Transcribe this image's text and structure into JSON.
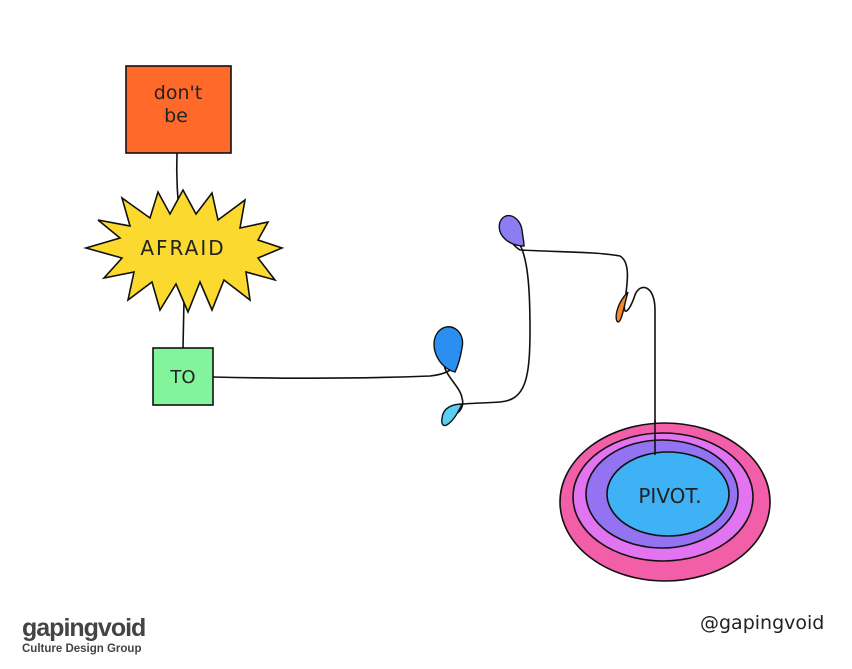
{
  "cartoon": {
    "box1_lines": [
      "don't",
      "be"
    ],
    "burst_text": "AFRAID",
    "box2_text": "TO",
    "target_text": "PIVOT."
  },
  "colors": {
    "orange_box": "#ff6a2b",
    "yellow_burst": "#fcd92f",
    "green_box": "#82f59c",
    "blue_drop": "#2b8ff2",
    "light_blue_drop": "#5ccdf2",
    "purple_drop": "#8c7df2",
    "orange_drop": "#f58a2a",
    "ring_outer": "#f25fa8",
    "ring_2": "#e274f2",
    "ring_3": "#9373f2",
    "ring_inner": "#3fb2f5"
  },
  "footer": {
    "logo_name": "gapingvoid",
    "logo_tagline": "Culture Design Group",
    "handle": "@gapingvoid"
  }
}
